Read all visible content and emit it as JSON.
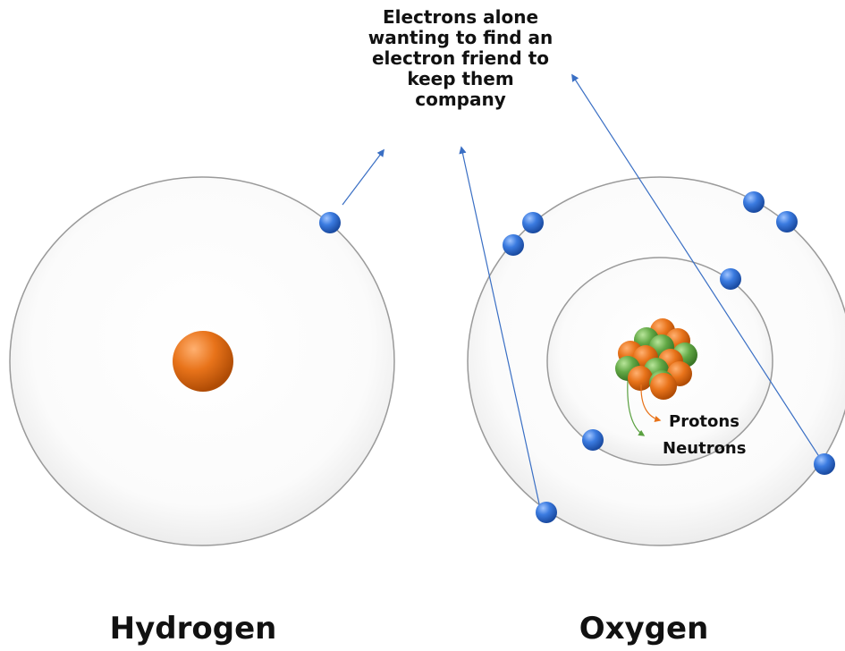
{
  "annotation": {
    "lines": [
      "Electrons alone",
      "wanting to find an",
      "electron friend to",
      "keep them",
      "company"
    ]
  },
  "legend": {
    "protons": "Protons",
    "neutrons": "Neutrons"
  },
  "atoms": {
    "hydrogen": "Hydrogen",
    "oxygen": "Oxygen"
  },
  "colors": {
    "electron": "#2d6fd0",
    "proton": "#e06a10",
    "neutron": "#5aa040",
    "orbit": "#8a8a8a",
    "arrow": "#3a6fc4",
    "text": "#111111"
  }
}
